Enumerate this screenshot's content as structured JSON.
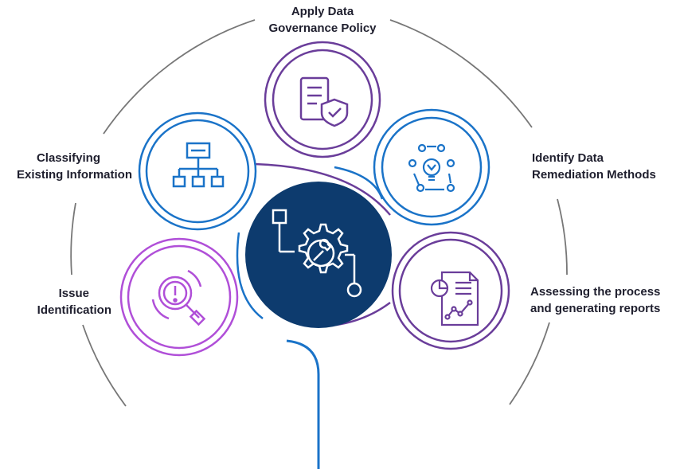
{
  "steps": [
    {
      "id": "apply-policy",
      "lines": [
        "Apply Data",
        "Governance Policy"
      ],
      "icon": "document-shield-icon",
      "color": "#6a3d9a"
    },
    {
      "id": "classifying",
      "lines": [
        "Classifying",
        "Existing Information"
      ],
      "icon": "hierarchy-chart-icon",
      "color": "#1a73c8"
    },
    {
      "id": "remediation",
      "lines": [
        "Identify Data",
        "Remediation Methods"
      ],
      "icon": "lightbulb-cycle-icon",
      "color": "#1a73c8"
    },
    {
      "id": "issue",
      "lines": [
        "Issue",
        "Identification"
      ],
      "icon": "magnifier-alert-icon",
      "color": "#b04fd8"
    },
    {
      "id": "assessing",
      "lines": [
        "Assessing the process",
        "and generating reports"
      ],
      "icon": "report-chart-icon",
      "color": "#6a3d9a"
    }
  ],
  "center": {
    "icon": "gear-wrench-process-icon",
    "fill": "#0d3b6e"
  },
  "colors": {
    "dashed_arc": "#777777",
    "stem": "#1a73c8"
  }
}
